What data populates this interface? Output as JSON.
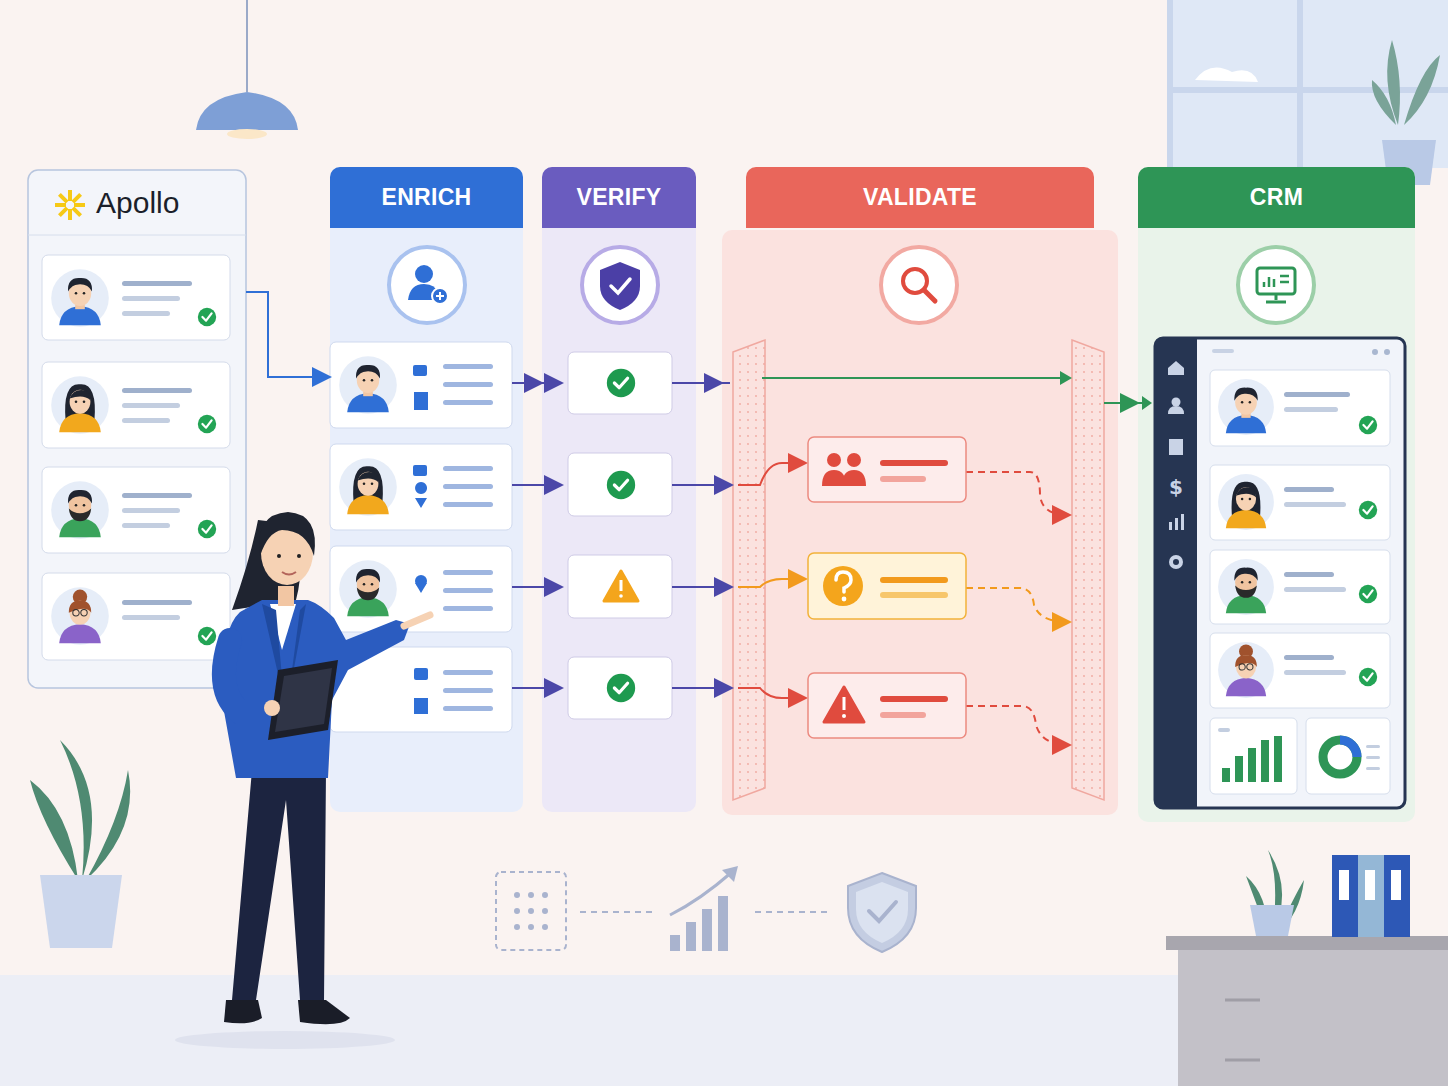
{
  "diagram": {
    "nodes": [
      {
        "text": [
          "Apollo"
        ]
      },
      {
        "text": [
          "ENRICH"
        ]
      },
      {
        "text": [
          "VERIFY"
        ]
      },
      {
        "text": [
          "VALIDATE"
        ]
      },
      {
        "text": [
          "CRM"
        ]
      }
    ],
    "edges": [
      {
        "from": 0,
        "to": 1,
        "arrow": "to"
      },
      {
        "from": 1,
        "to": 2,
        "arrow": "to"
      },
      {
        "from": 2,
        "to": 3,
        "arrow": "to"
      },
      {
        "from": 3,
        "to": 4,
        "arrow": "to"
      }
    ]
  }
}
